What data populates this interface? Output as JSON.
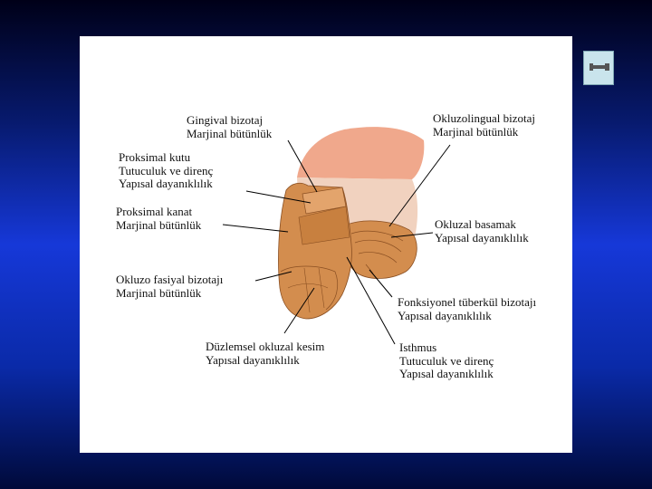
{
  "colors": {
    "background_top": "#000018",
    "background_mid": "#1638d8",
    "panel": "#ffffff",
    "tooth_gum": "#f0a88c",
    "tooth_body": "#f1d2bf",
    "restoration": "#d38d4e",
    "restoration_dark": "#b56f34"
  },
  "nav": {
    "icon": "return-arrow-icon"
  },
  "labels": {
    "gingival": [
      "Gingival bizotaj",
      "Marjinal bütünlük"
    ],
    "proksimal_kutu": [
      "Proksimal kutu",
      "Tutuculuk ve direnç",
      "Yapısal dayanıklılık"
    ],
    "proksimal_kanat": [
      "Proksimal kanat",
      "Marjinal bütünlük"
    ],
    "okluzo_fasiyal": [
      "Okluzo fasiyal bizotajı",
      "Marjinal bütünlük"
    ],
    "duzlemsel": [
      "Düzlemsel okluzal kesim",
      "Yapısal dayanıklılık"
    ],
    "okluzolingual": [
      "Okluzolingual bizotaj",
      "Marjinal bütünlük"
    ],
    "okluzal_basamak": [
      "Okluzal basamak",
      "Yapısal dayanıklılık"
    ],
    "fonksiyonel": [
      "Fonksiyonel tüberkül bizotajı",
      "Yapısal dayanıklılık"
    ],
    "isthmus": [
      "Isthmus",
      "Tutuculuk ve direnç",
      "Yapısal dayanıklılık"
    ]
  }
}
